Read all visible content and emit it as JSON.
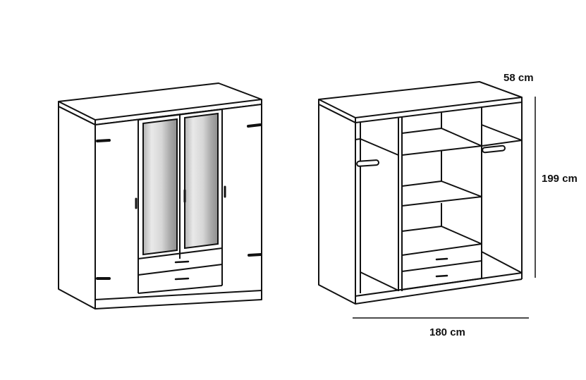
{
  "diagram": {
    "subject": "4-door wardrobe with 2 mirror doors and 2 drawers",
    "views": [
      {
        "name": "closed-view",
        "description": "Front view with doors closed; two center mirror doors, two outer plain doors, two drawers below mirrors"
      },
      {
        "name": "open-view",
        "description": "Interior view with shelves, two hanging rails and two drawers"
      }
    ],
    "dimensions": {
      "depth": "58 cm",
      "height": "199 cm",
      "width": "180 cm"
    },
    "colors": {
      "line": "#111111",
      "background": "#ffffff",
      "mirror_light": "#e8e8e8",
      "mirror_dark": "#9a9a9a"
    }
  }
}
